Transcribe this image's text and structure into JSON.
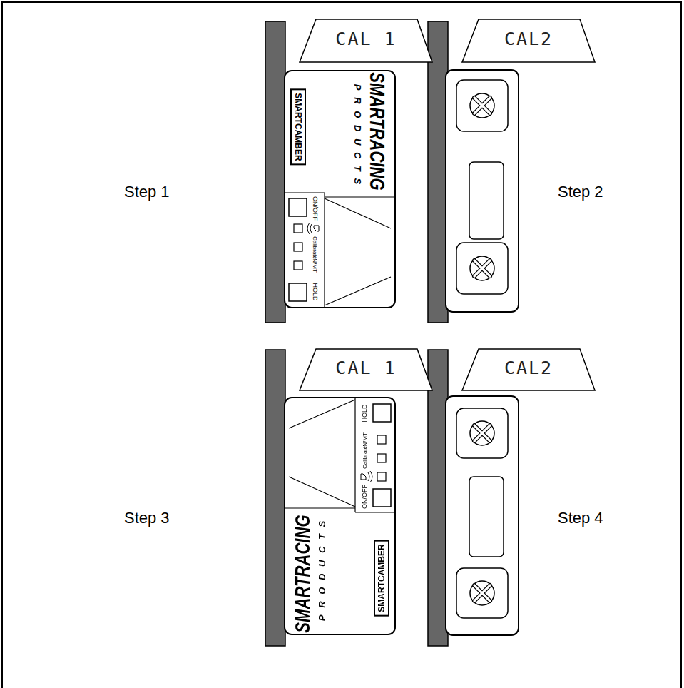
{
  "diagram": {
    "nodes": [
      {
        "text": [
          "CAL 1"
        ]
      },
      {
        "text": [
          "SMARTCAMBER",
          "SMARTRACING",
          "PRODUCTS",
          "ON/OFF",
          "Calibrate",
          "IN/MT",
          "HOLD"
        ]
      },
      {
        "text": [
          "CAL2"
        ]
      },
      {
        "text": [
          "CAL 1"
        ]
      },
      {
        "text": [
          "SMARTCAMBER",
          "SMARTRACING",
          "PRODUCTS",
          "ON/OFF",
          "Calibrate",
          "IN/MT",
          "HOLD"
        ]
      },
      {
        "text": [
          "CAL2"
        ]
      }
    ],
    "labels": [
      "Step 1",
      "Step 2",
      "Step 3",
      "Step 4"
    ]
  }
}
